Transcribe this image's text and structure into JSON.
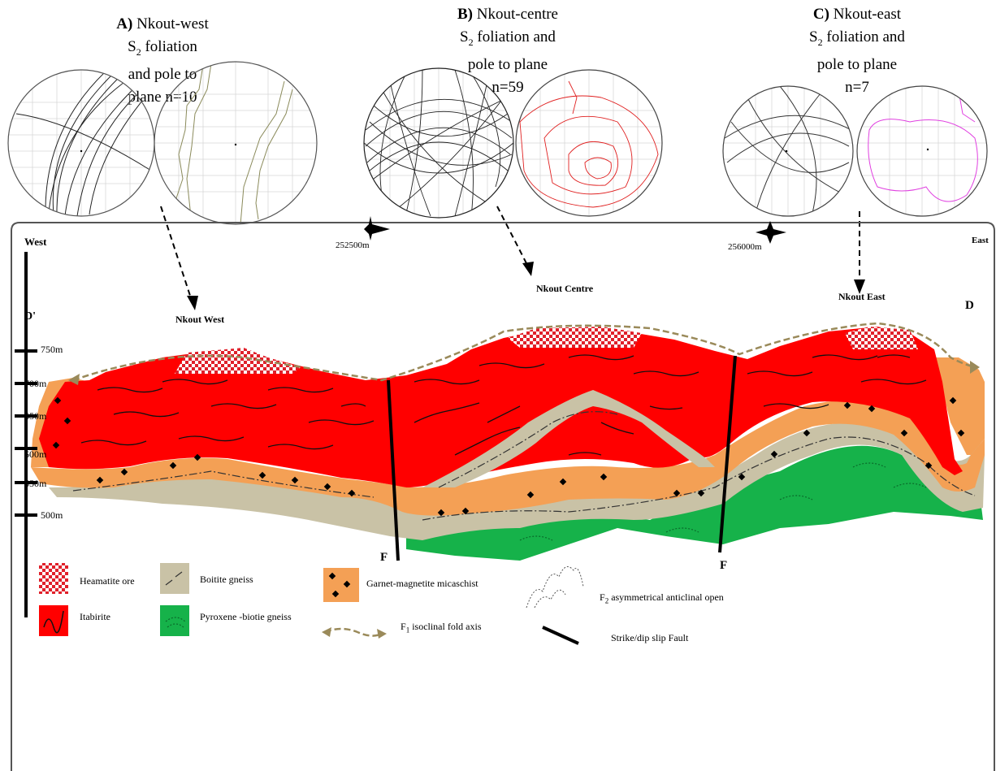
{
  "panels": [
    {
      "letter": "A)",
      "name": "Nkout-west",
      "line2": "foliation",
      "line3": "and  pole to",
      "line4": "plane n=10"
    },
    {
      "letter": "B)",
      "name": "Nkout-centre",
      "line2": "foliation and",
      "line3": "pole to plane",
      "line4": "n=59"
    },
    {
      "letter": "C)",
      "name": "Nkout-east",
      "line2": "foliation and",
      "line3": "pole to plane",
      "line4": "n=7"
    }
  ],
  "foliation_symbol": "S",
  "foliation_sub": "2",
  "section": {
    "west_label": "West",
    "east_label": "East",
    "coord1": "252500m",
    "coord2": "256000m",
    "site_west": "Nkout West",
    "site_centre": "Nkout Centre",
    "site_east": "Nkout East",
    "end_left": "D'",
    "end_right": "D",
    "fault_label": "F",
    "scale": [
      "750m",
      "700m",
      "650m",
      "600m",
      "550m",
      "500m"
    ]
  },
  "legend": {
    "hematite": "Heamatite ore",
    "itabirite": "Itabirite",
    "biotite": "Boitite gneiss",
    "pyroxene": "Pyroxene -biotie gneiss",
    "garnet": "Garnet-magnetite micaschist",
    "f1_prefix": "F",
    "f1_sub": "1",
    "f1_text": " isoclinal fold axis",
    "f2_prefix": "F",
    "f2_sub": "2",
    "f2_text": " asymmetrical anticlinal open",
    "fault": "Strike/dip slip Fault"
  },
  "colors": {
    "itabirite": "#ff0000",
    "garnet": "#f4a055",
    "biotite": "#c9c2a6",
    "pyroxene": "#16b24a",
    "hematite_check": "#e0202a",
    "contour_west": "#8a8a5a",
    "contour_centre": "#e02020",
    "contour_east": "#e040e0",
    "fold_axis": "#9a8a5a"
  }
}
